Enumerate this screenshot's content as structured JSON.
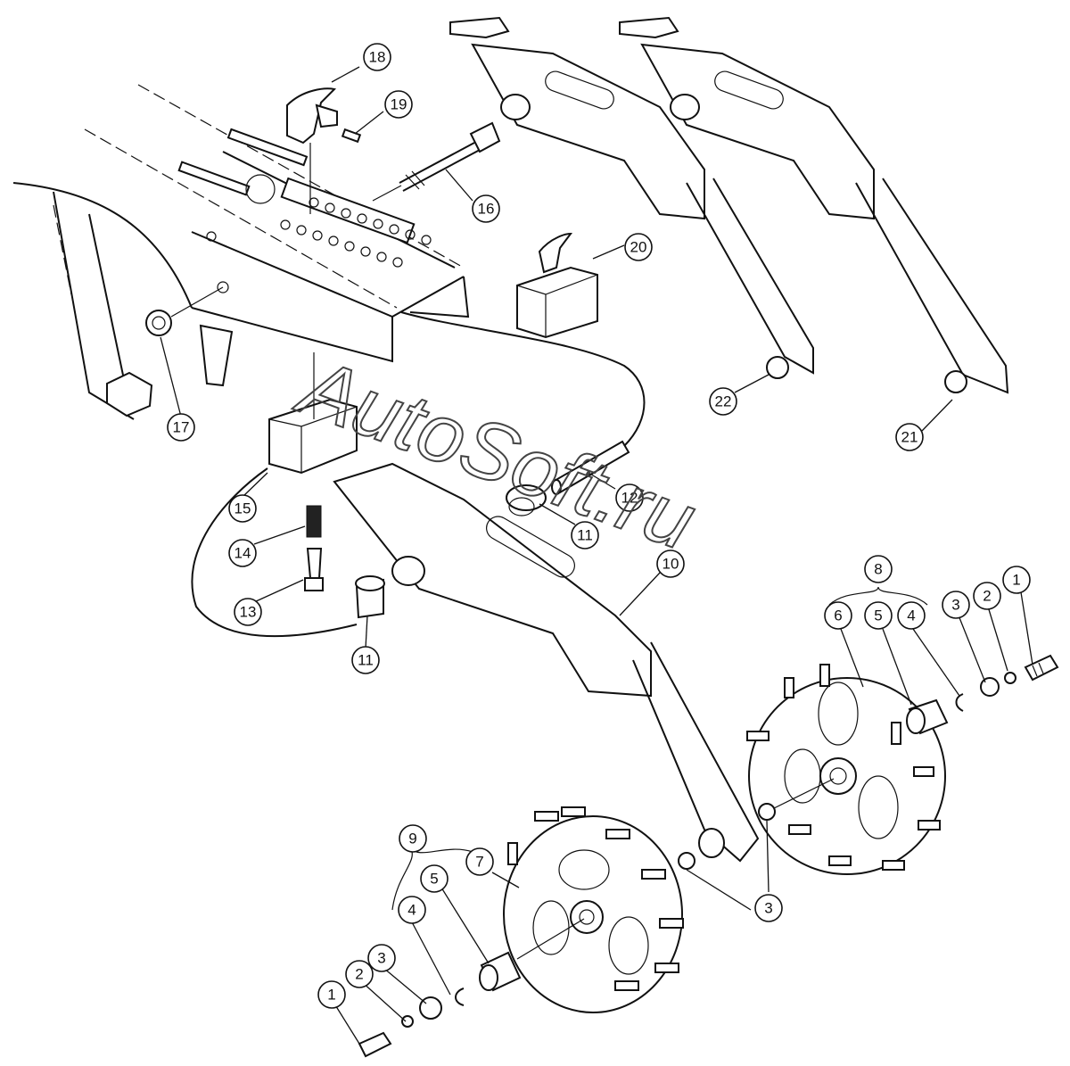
{
  "watermark": "AutoSoft.ru",
  "callouts": [
    {
      "id": "c18",
      "label": "18"
    },
    {
      "id": "c19",
      "label": "19"
    },
    {
      "id": "c16",
      "label": "16"
    },
    {
      "id": "c20",
      "label": "20"
    },
    {
      "id": "c17",
      "label": "17"
    },
    {
      "id": "c22",
      "label": "22"
    },
    {
      "id": "c21",
      "label": "21"
    },
    {
      "id": "c15",
      "label": "15"
    },
    {
      "id": "c12",
      "label": "12"
    },
    {
      "id": "c14",
      "label": "14"
    },
    {
      "id": "c11a",
      "label": "11"
    },
    {
      "id": "c10",
      "label": "10"
    },
    {
      "id": "c13",
      "label": "13"
    },
    {
      "id": "c11b",
      "label": "11"
    },
    {
      "id": "c8",
      "label": "8"
    },
    {
      "id": "c1a",
      "label": "1"
    },
    {
      "id": "c6a",
      "label": "6"
    },
    {
      "id": "c5a",
      "label": "5"
    },
    {
      "id": "c4a",
      "label": "4"
    },
    {
      "id": "c3a",
      "label": "3"
    },
    {
      "id": "c2a",
      "label": "2"
    },
    {
      "id": "c9",
      "label": "9"
    },
    {
      "id": "c7",
      "label": "7"
    },
    {
      "id": "c5b",
      "label": "5"
    },
    {
      "id": "c4b",
      "label": "4"
    },
    {
      "id": "c3b",
      "label": "3"
    },
    {
      "id": "c2b",
      "label": "2"
    },
    {
      "id": "c1b",
      "label": "1"
    },
    {
      "id": "c3c",
      "label": "3"
    }
  ]
}
